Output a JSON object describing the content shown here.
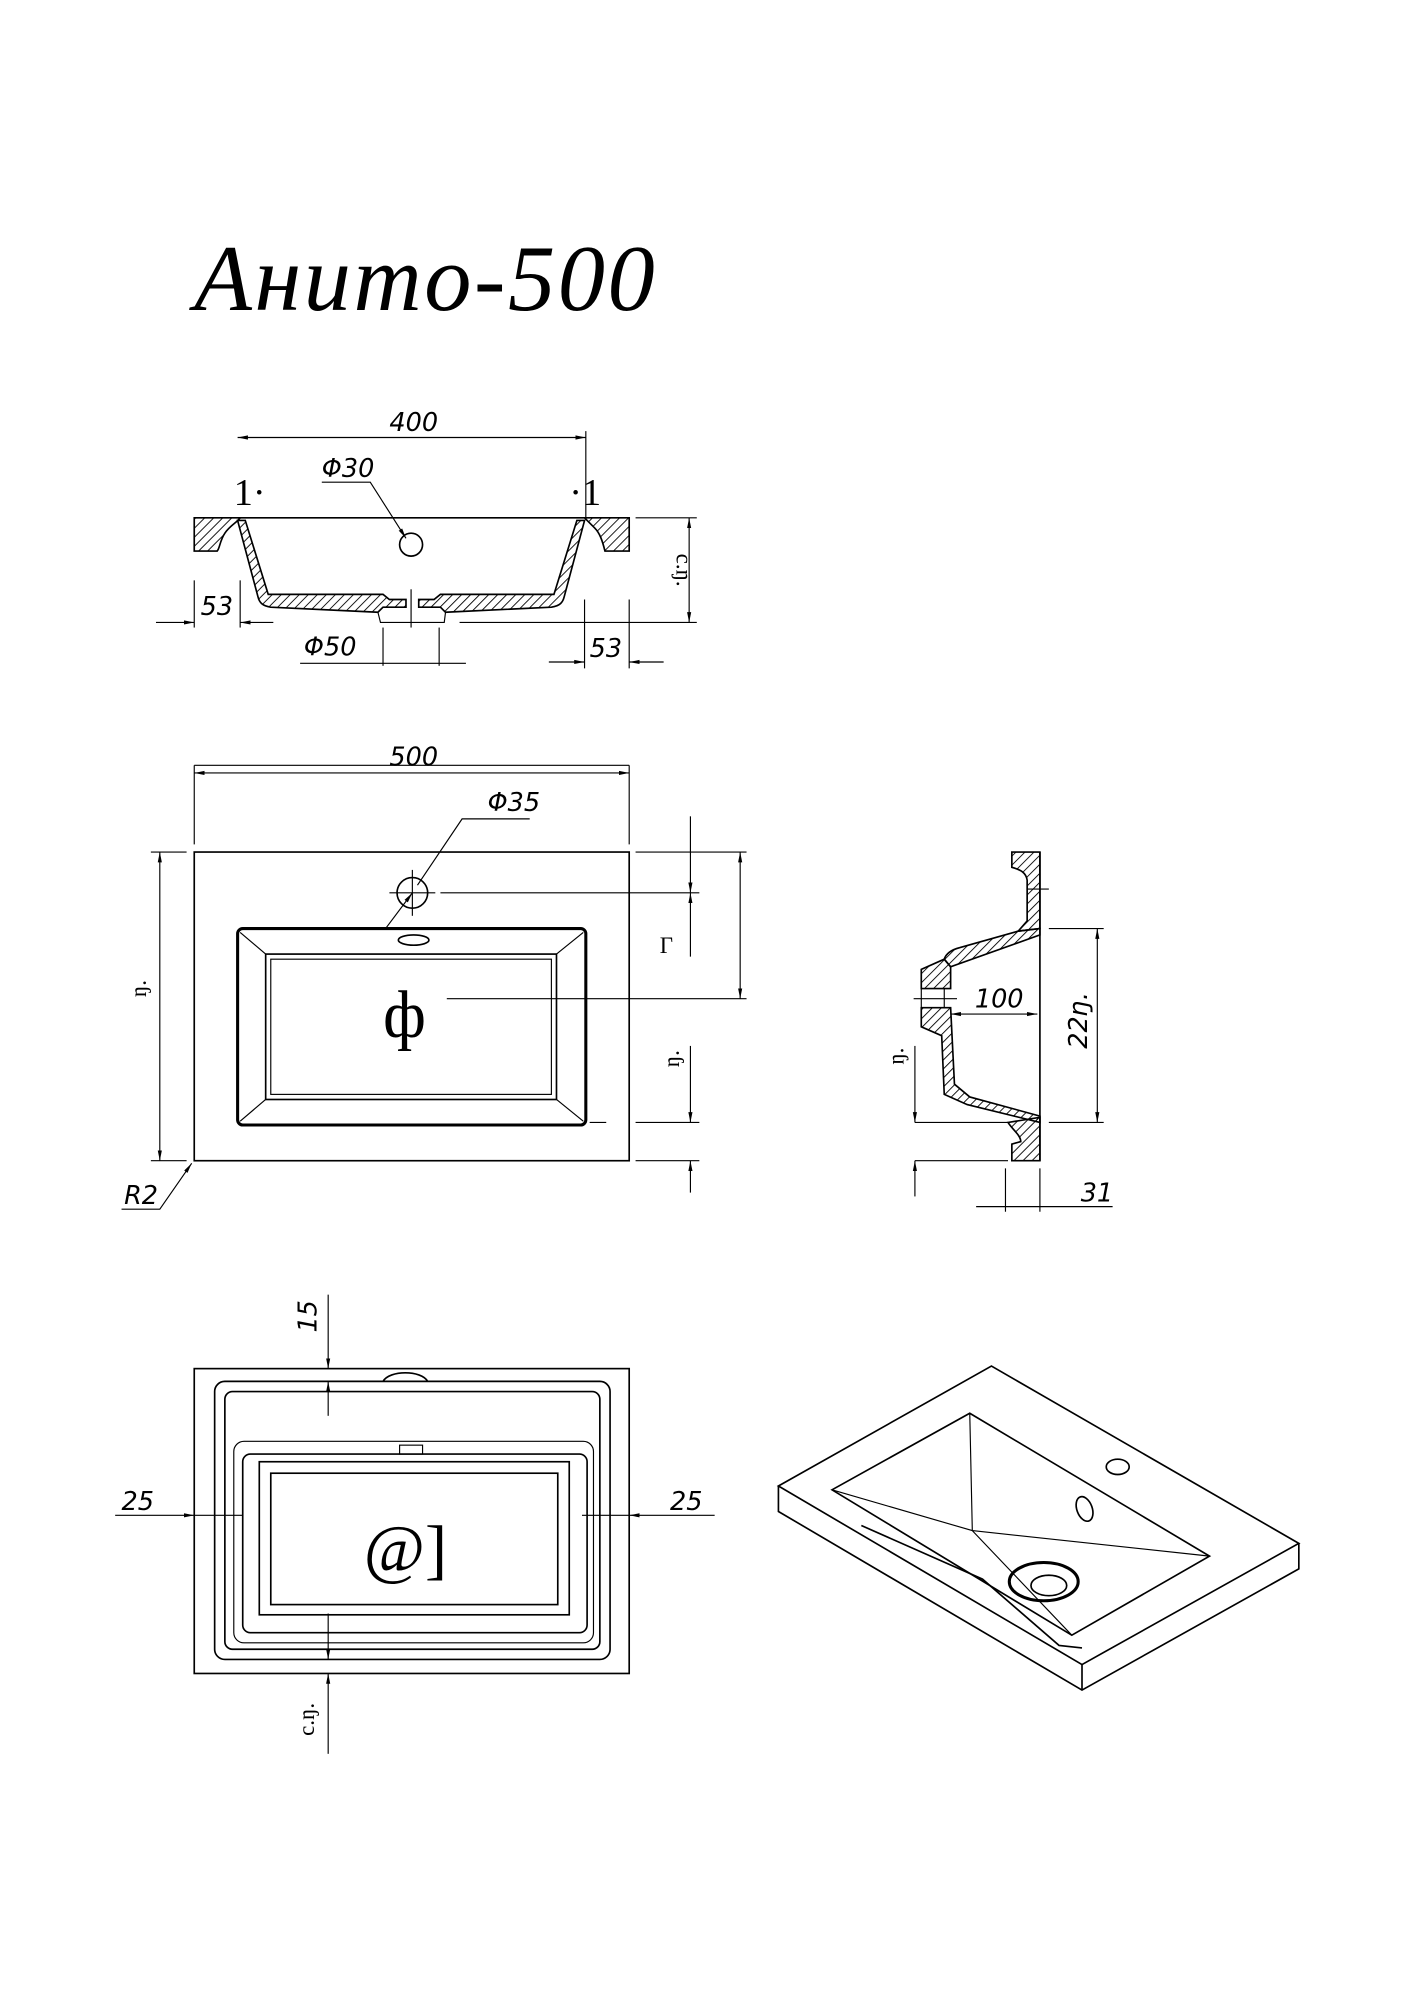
{
  "title": "Анито-500",
  "section_view": {
    "width_label": "400",
    "section_mark_left": "1·",
    "section_mark_right": "·1",
    "overflow_diameter": "Φ30",
    "rim_left": "53",
    "rim_right": "53",
    "drain_diameter": "Φ50",
    "height_label": "c.ŋ."
  },
  "plan_view": {
    "width_label": "500",
    "tap_hole_diameter": "Φ35",
    "depth_label": "ŋ.",
    "tap_offset_label": "Г",
    "front_label": "ŋ.",
    "center_mark": "ф",
    "corner_radius": "R2"
  },
  "side_view": {
    "depth_label": "100",
    "height_label": "22ŋ.",
    "bottom_label": "ŋ.",
    "thickness_label": "31"
  },
  "bottom_view": {
    "top_label": "15",
    "left_label": "25",
    "right_label": "25",
    "bottom_label": "c.ŋ.",
    "center_mark": "@]"
  }
}
